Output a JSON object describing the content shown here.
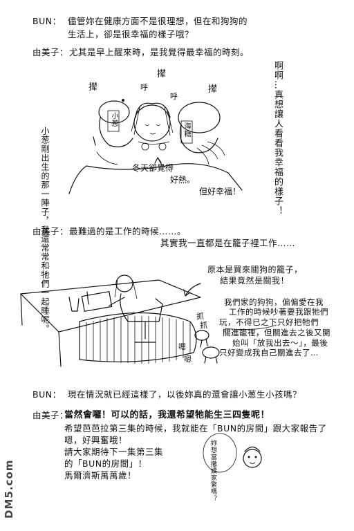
{
  "interview": {
    "q1": {
      "speaker": "BUN：",
      "line1": "儘管妳在健康方面不是很理想，但在和狗狗的",
      "line2": "生活上，卻是很幸福的樣子哦？"
    },
    "a1": {
      "speaker": "由美子：",
      "text": "尤其是早上醒來時，是我覺得最幸福的時刻。"
    },
    "a2": {
      "speaker": "由美子：",
      "line1": "最難過的是工作的時候……。",
      "line2": "其實我一直都是在籠子裡工作……"
    },
    "q2": {
      "speaker": "BUN：",
      "text": "現在情況就已經這樣了，以後妳真的還會讓小葱生小孩嗎？"
    },
    "a3": {
      "speaker": "由美子：",
      "lines": [
        "當然會囉！可以的話，我還希望牠能生三四隻呢！",
        "希望芭芭拉第三集的時候，我就能在「BUN的房間」跟大家報告了",
        "嗯，好興奮哦！",
        "請大家期待下一集第三集",
        "的「BUN的房間」！",
        "馬爾濟斯萬萬歲！"
      ]
    }
  },
  "illustration1": {
    "sfx_left": "撵",
    "sfx_right": "撵",
    "snore_a": "呼",
    "snore_b": "呼",
    "dog_left_tag": "小葱",
    "dog_right_tag": "海糖",
    "side_note": "小葱剛出生的那一陣子，我還常常和牠們一起睡呢。",
    "cold_caption_1": "冬天卻覺得",
    "cold_caption_2": "好熱。",
    "cold_caption_3": "但好幸福！",
    "right_note": "啊啊…真想讓人看看我幸福的樣子！"
  },
  "illustration2": {
    "note_cage": "原本是買來關狗的籠子，",
    "note_cage_2": "結果竟然是關我！",
    "note_story": [
      "我們家的狗狗，偏偏愛在我",
      "工作的時候吵著要我跟牠們",
      "玩，不得已之下只好把牠們",
      "關進籠裡，但關進去之後又開",
      "始叫「放我出去～」，最後",
      "只好變成我自己關進去了…"
    ],
    "sfx_scratch": "抓",
    "sfx_scratch_2": "抓",
    "sfx_bark": "嗯",
    "sfx_bark_2": "嗯"
  },
  "footer_bubble": "妳想當撒嬌家繁嗎？",
  "watermark": "DM5.com"
}
